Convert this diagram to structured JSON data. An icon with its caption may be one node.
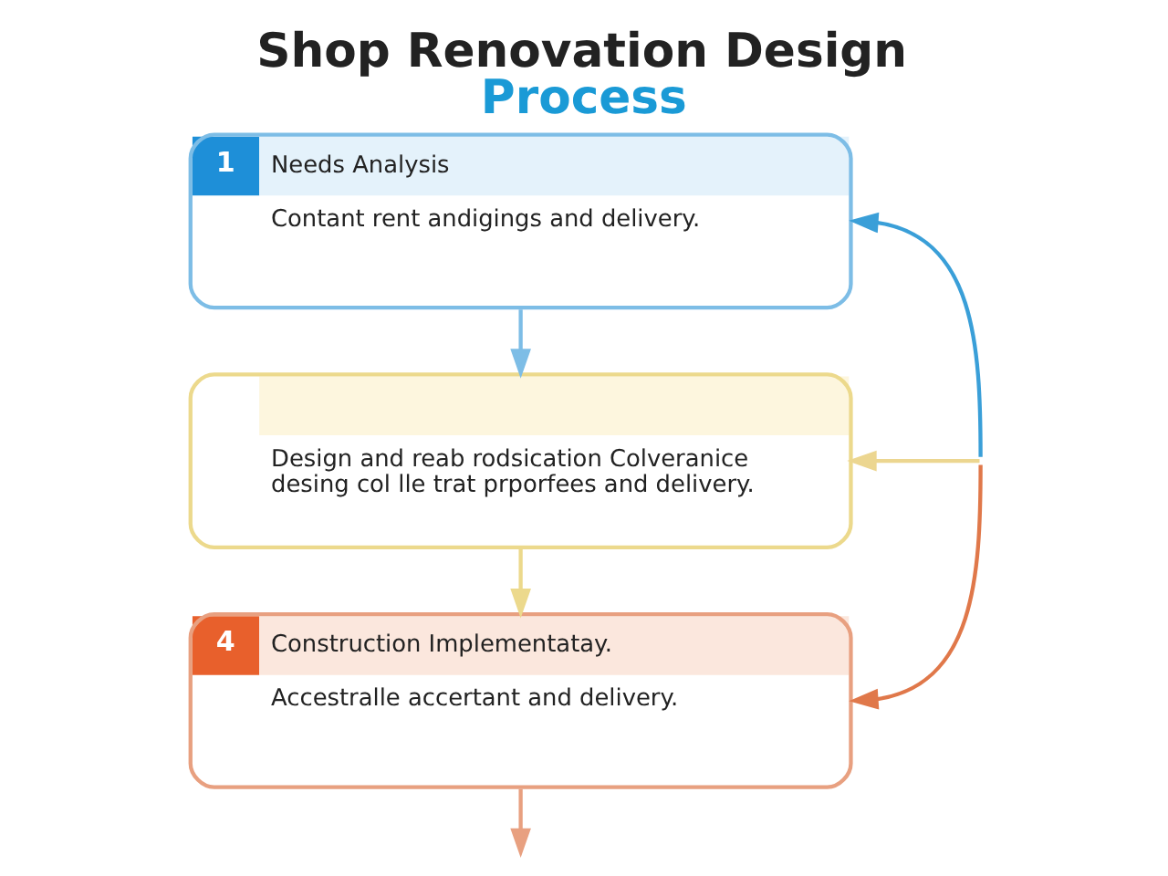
{
  "diagram": {
    "title": "Shop Renovation Design Process",
    "nodes": [
      {
        "text": [
          "1",
          "Needs Analysis",
          "Contant rent andigings and delivery."
        ]
      },
      {
        "text": [
          "Design and reab rodsication Colveranice desing col lle trat prporfees and delivery."
        ]
      },
      {
        "text": [
          "4",
          "Construction Implementatay.",
          "Accestralle accertant and delivery."
        ]
      }
    ],
    "edges": [
      {
        "from": null,
        "to": 0,
        "arrow": "to",
        "color": "#3a9fd8"
      },
      {
        "from": null,
        "to": 1,
        "arrow": "to",
        "color": "#ecd690"
      },
      {
        "from": null,
        "to": 2,
        "arrow": "to",
        "color": "#e0784a"
      },
      {
        "from": 0,
        "to": 1,
        "arrow": "to",
        "color": "#7dbde6"
      },
      {
        "from": 1,
        "to": 2,
        "arrow": "to",
        "color": "#ecd98c"
      },
      {
        "from": 2,
        "to": null,
        "arrow": "to",
        "color": "#e8a080"
      }
    ]
  }
}
